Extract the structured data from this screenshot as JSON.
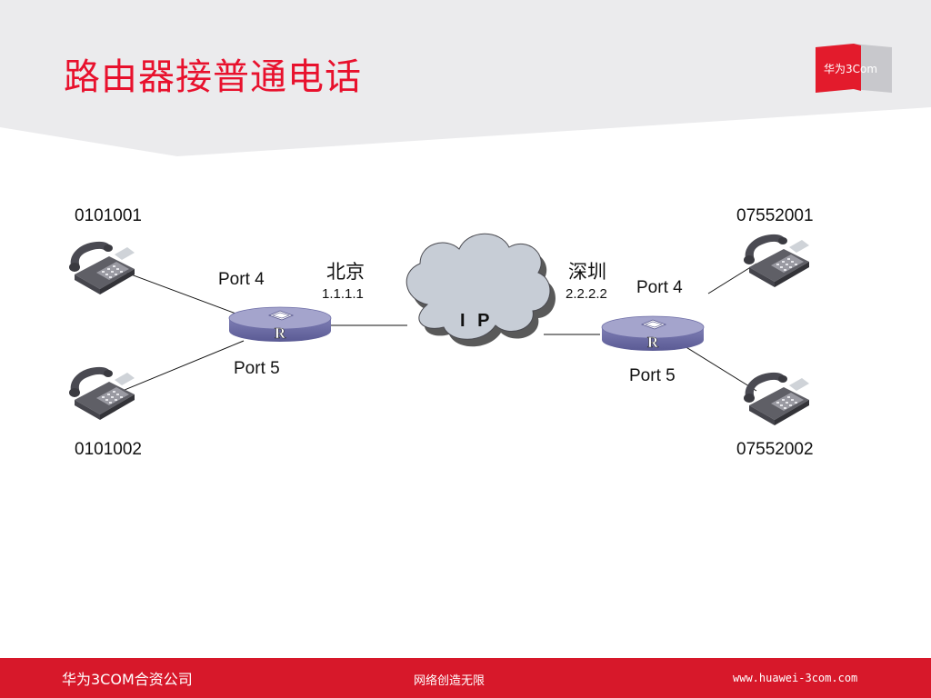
{
  "title": "路由器接普通电话",
  "logo": {
    "text": "华为3Com"
  },
  "diagram": {
    "cloud": {
      "label": "I P"
    },
    "routers": [
      {
        "city": "北京",
        "ip": "1.1.1.1",
        "router_mark": "R",
        "port_upper": "Port 4",
        "port_lower": "Port 5",
        "phones": [
          "0101001",
          "0101002"
        ]
      },
      {
        "city": "深圳",
        "ip": "2.2.2.2",
        "router_mark": "R",
        "port_upper": "Port 4",
        "port_lower": "Port 5",
        "phones": [
          "07552001",
          "07552002"
        ]
      }
    ]
  },
  "footer": {
    "company": "华为3COM合资公司",
    "slogan": "网络创造无限",
    "url": "www.huawei-3com.com"
  },
  "colors": {
    "accent": "#e8112d",
    "footer": "#d7182a",
    "header_bg": "#ebebed",
    "router_top": "#9c9cc8",
    "cloud": "#c7cdd6"
  }
}
